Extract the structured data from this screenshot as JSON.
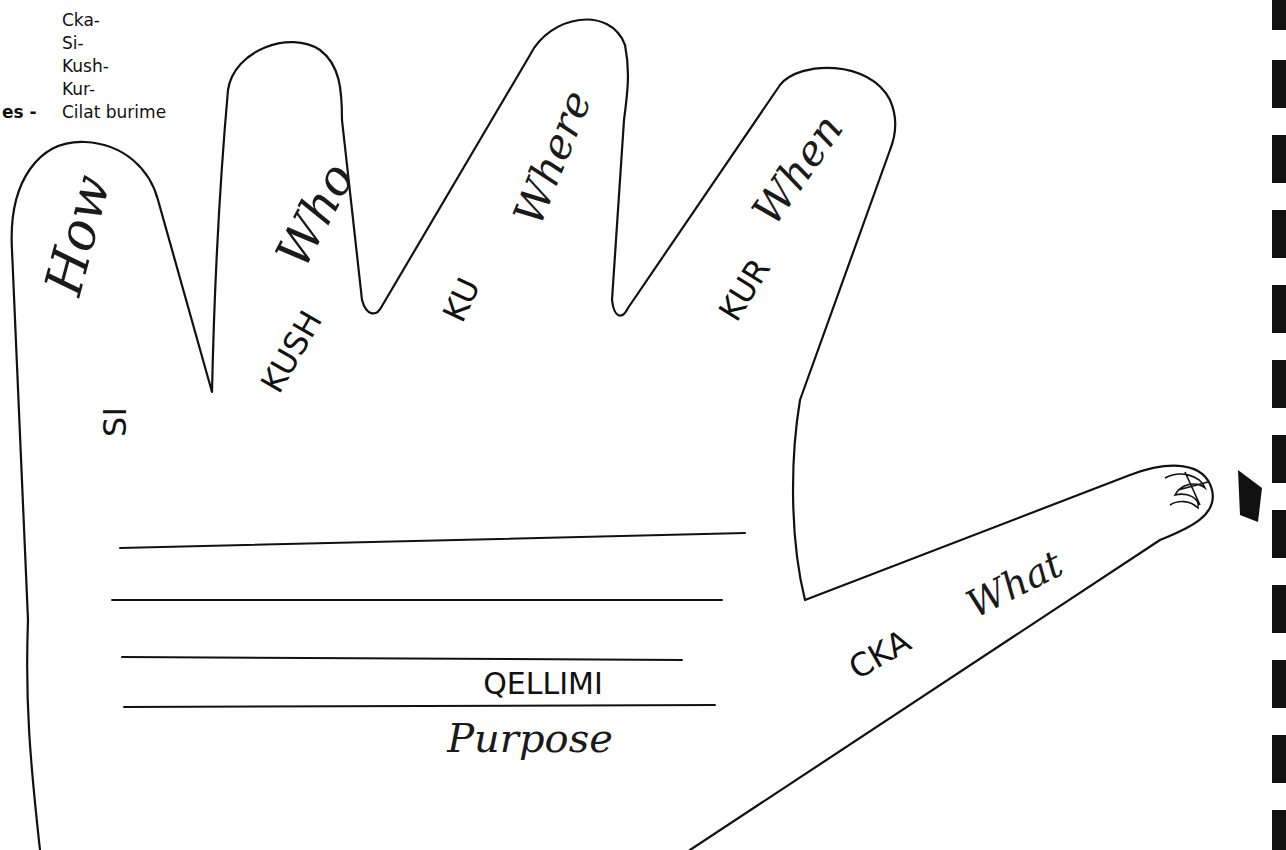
{
  "diagram": {
    "labels": [
      "Cka-",
      "Si-",
      "Kush-",
      "Kur-",
      "es -",
      "Cilat burime",
      "How",
      "SI",
      "KUSH",
      "Who",
      "KU",
      "Where",
      "KUR",
      "When",
      "CKA",
      "What",
      "QELLIMI",
      "Purpose"
    ]
  }
}
